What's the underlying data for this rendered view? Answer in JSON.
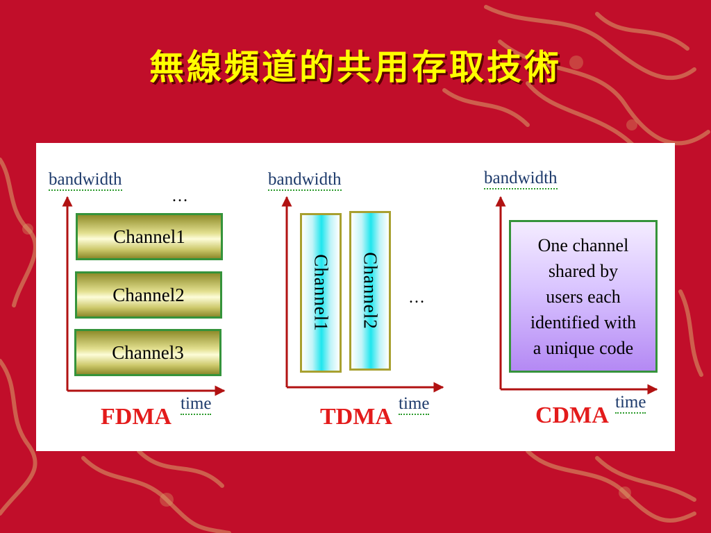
{
  "slide": {
    "title": "無線頻道的共用存取技術"
  },
  "fdma": {
    "y_label": "bandwidth",
    "x_label": "time",
    "name": "FDMA",
    "ellipsis": "…",
    "channels": [
      "Channel1",
      "Channel2",
      "Channel3"
    ]
  },
  "tdma": {
    "y_label": "bandwidth",
    "x_label": "time",
    "name": "TDMA",
    "ellipsis": "…",
    "channels": [
      "Channel1",
      "Channel2"
    ]
  },
  "cdma": {
    "y_label": "bandwidth",
    "x_label": "time",
    "name": "CDMA",
    "box_lines": [
      "One channel",
      "shared by",
      "users each",
      "identified with",
      "a unique code"
    ]
  },
  "colors": {
    "background": "#c10e2a",
    "title": "#ffff00",
    "scheme_name": "#e31b1b",
    "axis": "#b11212",
    "border_green": "#35933b"
  }
}
